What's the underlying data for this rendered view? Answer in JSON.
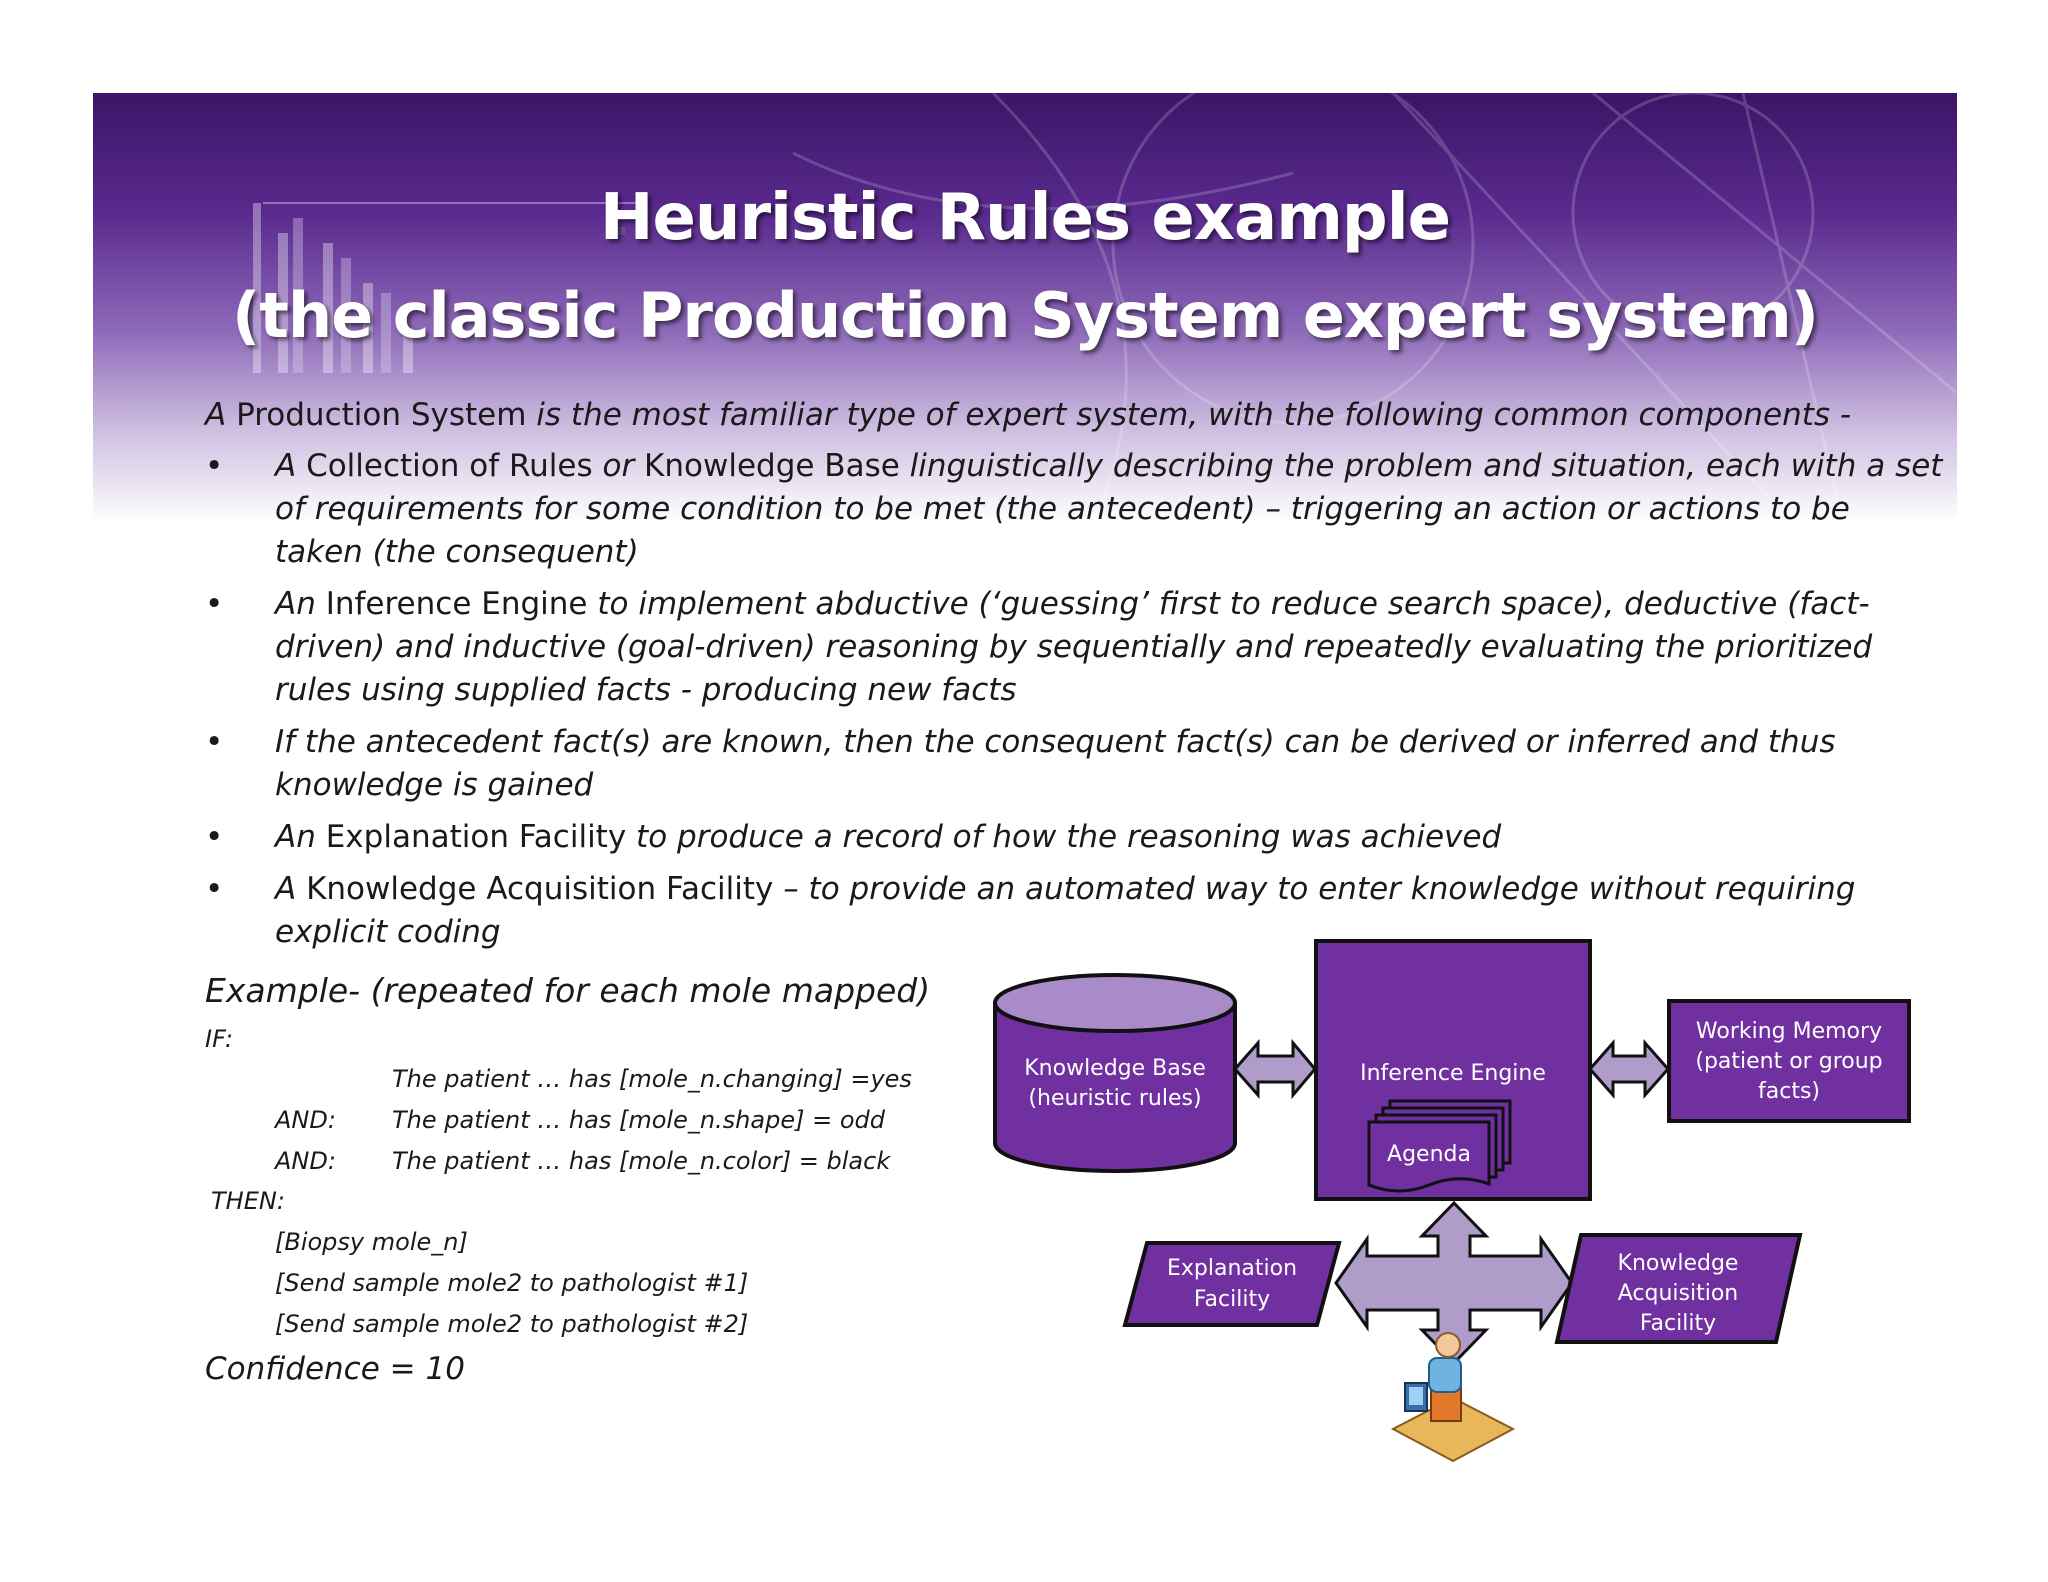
{
  "slide": {
    "title_line1": "Heuristic Rules example",
    "title_line2": "(the classic Production System expert system)"
  },
  "intro": {
    "prefix": "A ",
    "term": "Production System",
    "rest": " is the most familiar type of expert system, with the following common components -"
  },
  "bullets": [
    {
      "pre": "A ",
      "term1": "Collection of Rules",
      "mid": " or ",
      "term2": "Knowledge Base",
      "post": " linguistically describing the problem and situation, each with a set of requirements for some condition to be met (the antecedent) – triggering an action or actions to be taken (the consequent)"
    },
    {
      "pre": "An ",
      "term1": "Inference Engine",
      "post": " to implement abductive (‘guessing’ first to reduce search space), deductive (fact-driven) and inductive (goal-driven) reasoning by sequentially and repeatedly evaluating the prioritized rules using supplied facts - producing new facts"
    },
    {
      "pre": "If the antecedent fact(s) are known, then the consequent fact(s) can be derived or inferred and thus knowledge is gained"
    },
    {
      "pre": "An ",
      "term1": "Explanation Facility",
      "post": " to produce a record of how the reasoning was achieved"
    },
    {
      "pre": "A ",
      "term1": "Knowledge Acquisition Facility",
      "post": " – to provide an automated way to enter knowledge without requiring explicit coding"
    }
  ],
  "bullet_symbol": "•",
  "example": {
    "heading": "Example-  (repeated for each mole mapped)",
    "if_label": "IF:",
    "cond1": "The patient … has [mole_n.changing] =yes",
    "and1": "AND:",
    "cond2": "The patient … has [mole_n.shape] = odd",
    "and2": "AND:",
    "cond3": "The patient … has [mole_n.color] = black",
    "then_label": "THEN:",
    "action1": "[Biopsy mole_n]",
    "action2": "[Send sample mole2 to pathologist #1]",
    "action3": "[Send sample mole2 to pathologist #2]",
    "confidence": "Confidence = 10"
  },
  "diagram": {
    "knowledge_base_l1": "Knowledge Base",
    "knowledge_base_l2": "(heuristic rules)",
    "inference_engine": "Inference Engine",
    "agenda": "Agenda",
    "working_memory_l1": "Working Memory",
    "working_memory_l2": "(patient or group",
    "working_memory_l3": "facts)",
    "explanation_l1": "Explanation",
    "explanation_l2": "Facility",
    "kaf_l1": "Knowledge",
    "kaf_l2": "Acquisition",
    "kaf_l3": "Facility",
    "user_icon": "user-at-computer-icon"
  },
  "colors": {
    "purple": "#7030a0",
    "light_purple": "#a98bc9",
    "arrow_fill": "#b09cc9",
    "banner_dark": "#3b1566"
  }
}
